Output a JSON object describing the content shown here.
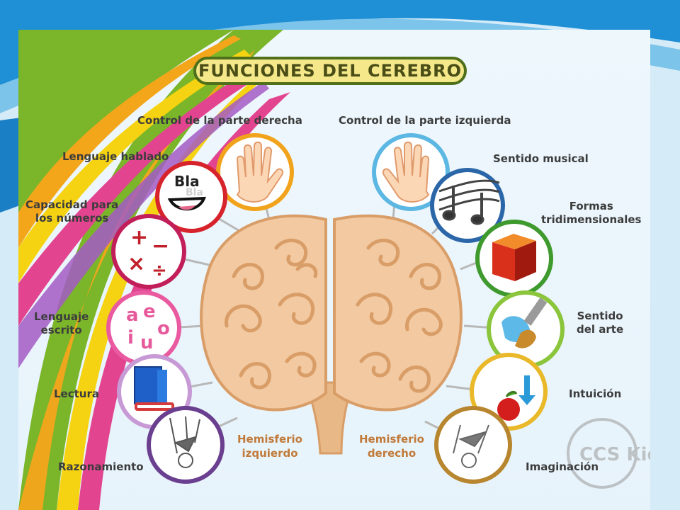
{
  "title": "FUNCIONES DEL CEREBRO",
  "left_functions": [
    {
      "label": "Control de la parte derecha",
      "icon": "right-hand-icon"
    },
    {
      "label": "Lenguaje hablado",
      "icon": "speech-bla-icon"
    },
    {
      "label": "Capacidad para\nlos números",
      "icon": "math-symbols-icon"
    },
    {
      "label": "Lenguaje\nescrito",
      "icon": "vowels-icon"
    },
    {
      "label": "Lectura",
      "icon": "books-icon"
    },
    {
      "label": "Razonamiento",
      "icon": "puppet-icon"
    }
  ],
  "right_functions": [
    {
      "label": "Control de la parte izquierda",
      "icon": "left-hand-icon"
    },
    {
      "label": "Sentido musical",
      "icon": "music-notes-icon"
    },
    {
      "label": "Formas\ntridimensionales",
      "icon": "cube-icon"
    },
    {
      "label": "Sentido\ndel arte",
      "icon": "paintbrush-icon"
    },
    {
      "label": "Intuición",
      "icon": "apple-icon"
    },
    {
      "label": "Imaginación",
      "icon": "diver-icon"
    }
  ],
  "icon_text": {
    "bla": "Bla",
    "bla2": "Bla",
    "plus": "+",
    "minus": "−",
    "times": "×",
    "divide": "÷",
    "a": "a",
    "e": "e",
    "i": "i",
    "u": "u",
    "o": "o"
  },
  "hemispheres": {
    "left": "Hemisferio\nizquierdo",
    "right": "Hemisferio\nderecho"
  },
  "watermark": "CCS Kids",
  "colors": {
    "title_bg": "#f4e88a",
    "title_border": "#4f6f1a",
    "brain": "#f2c9a0",
    "brain_swirl": "#d99d68",
    "hemi_label": "#c07a3a"
  }
}
